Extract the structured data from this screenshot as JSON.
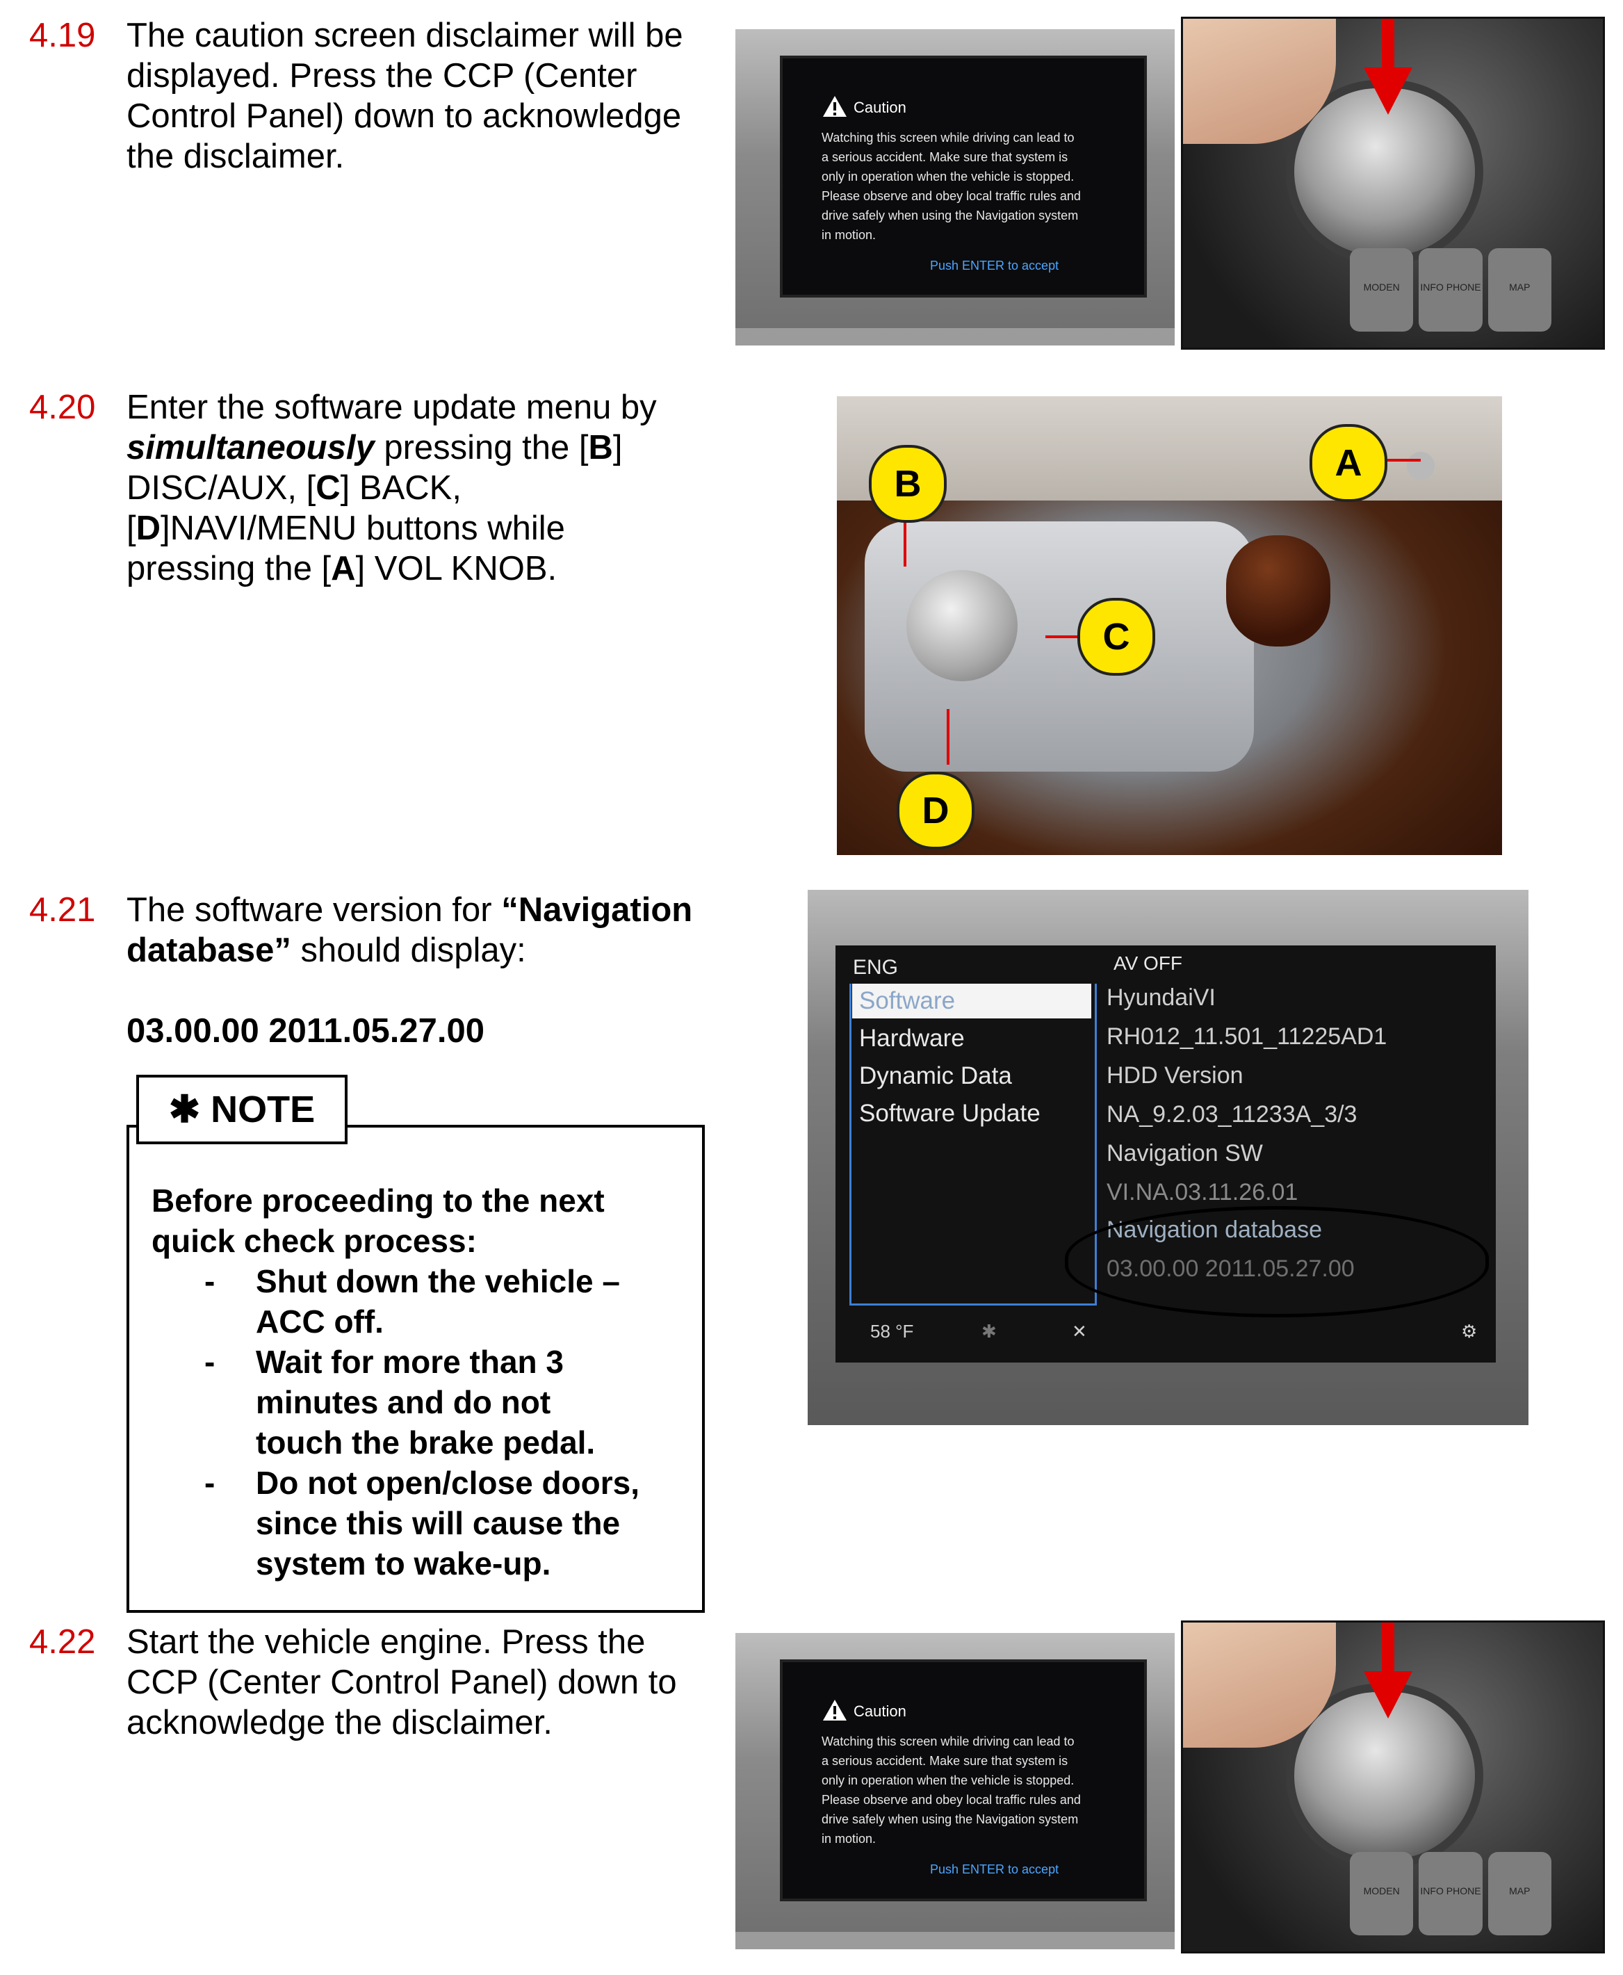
{
  "steps": [
    {
      "num": "4.19",
      "lines": [
        "The caution screen disclaimer will be",
        "displayed. Press the CCP (Center",
        "Control Panel) down to acknowledge",
        "the disclaimer."
      ]
    },
    {
      "num": "4.20",
      "line1_em": "simultaneously",
      "line1_rest": " pressing the [",
      "line1_b": "B",
      "line1_end": "]",
      "line0": "Enter the software update menu by",
      "line2a": "DISC/AUX, [",
      "line2b": "C",
      "line2c": "] BACK,",
      "line3a": "[",
      "line3b": "D",
      "line3c": "]NAVI/MENU buttons while",
      "line4a": "pressing the [",
      "line4b": "A",
      "line4c": "] VOL KNOB."
    },
    {
      "num": "4.21",
      "line0a": "The software version for ",
      "line0b": "“Navigation",
      "line1a": "database”",
      "line1b": " should display:",
      "version": "03.00.00 2011.05.27.00"
    },
    {
      "num": "4.22",
      "lines": [
        "Start the vehicle engine. Press the",
        "CCP (Center Control Panel) down to",
        "acknowledge the disclaimer."
      ]
    }
  ],
  "note": {
    "tab": "✱ NOTE",
    "intro": [
      "Before proceeding to the next",
      "quick check process:"
    ],
    "bullets": [
      [
        "Shut down the vehicle –",
        "ACC off."
      ],
      [
        "Wait for more than 3",
        "minutes and do not",
        "touch the brake pedal."
      ],
      [
        "Do not open/close doors,",
        "since this will cause the",
        "system to wake-up."
      ]
    ],
    "dash": "-"
  },
  "caution_screen": {
    "title": "Caution",
    "body": [
      "Watching this screen while driving can lead to",
      "a serious accident. Make sure that system is",
      "only in operation when the vehicle is stopped.",
      "Please observe and obey local traffic rules and",
      "drive safely when using the Navigation system",
      "in motion."
    ],
    "push": "Push ENTER to accept"
  },
  "knob_buttons": [
    "MODEN",
    "INFO PHONE",
    "MAP"
  ],
  "callouts": {
    "a": "A",
    "b": "B",
    "c": "C",
    "d": "D"
  },
  "sw_screen": {
    "lang": "ENG",
    "av": "AV OFF",
    "menu": [
      "Software",
      "Hardware",
      "Dynamic Data",
      "Software Update"
    ],
    "values": [
      "HyundaiVI",
      "RH012_11.501_11225AD1",
      "HDD Version",
      "NA_9.2.03_11233A_3/3",
      "Navigation SW",
      "VI.NA.03.11.26.01",
      "Navigation database",
      "03.00.00 2011.05.27.00"
    ],
    "temp": "58 °F"
  },
  "colors": {
    "step_number": "#d00000",
    "callout": "#ffe600",
    "arrow": "#e00000",
    "push_text": "#4da6ff"
  }
}
